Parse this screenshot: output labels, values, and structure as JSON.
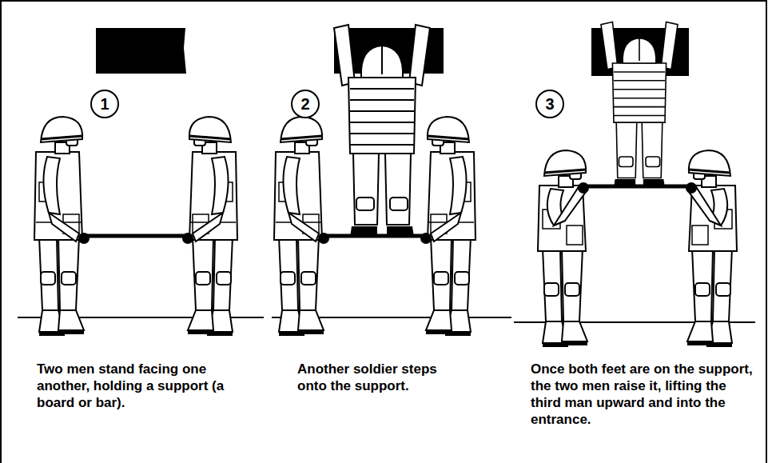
{
  "diagram": {
    "nodes": [
      {
        "text": [
          "1"
        ]
      },
      {
        "text": [
          "2"
        ]
      },
      {
        "text": [
          "3"
        ]
      }
    ],
    "labels": [
      "Two men stand facing one another, holding a support (a board or bar).",
      "Another soldier steps onto the support.",
      "Once both feet are on the support, the two men raise it, lifting the third man upward and into the entrance."
    ]
  }
}
